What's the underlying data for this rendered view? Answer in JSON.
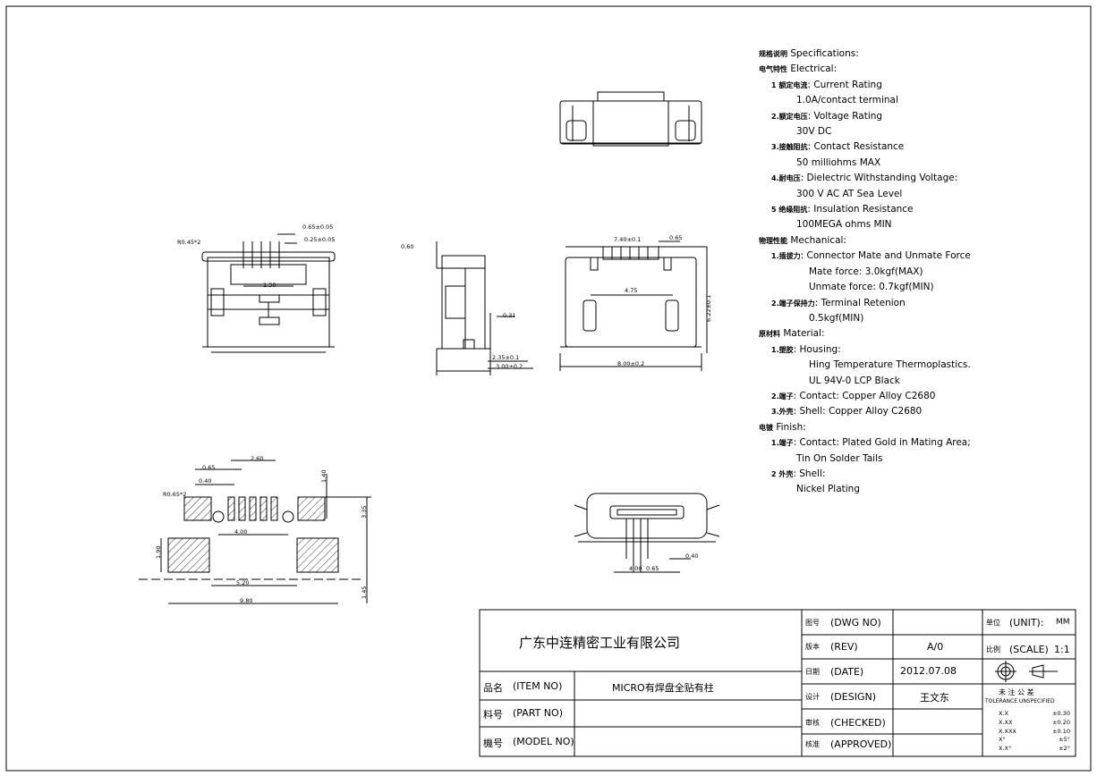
{
  "specs": [
    {
      "indent": 0,
      "cn": "规格说明",
      "en": "Specifications:"
    },
    {
      "indent": 0,
      "cn": "电气特性",
      "en": "Electrical:"
    },
    {
      "indent": 1,
      "cn": "1 额定电流",
      "en": "Current Rating"
    },
    {
      "indent": 3,
      "cn": "",
      "en": "1.0A/contact terminal"
    },
    {
      "indent": 1,
      "cn": "2.额定电压",
      "en": "Voltage Rating"
    },
    {
      "indent": 3,
      "cn": "",
      "en": "30V DC"
    },
    {
      "indent": 1,
      "cn": "3.接触阻抗",
      "en": "Contact Resistance"
    },
    {
      "indent": 3,
      "cn": "",
      "en": "50 milliohms MAX"
    },
    {
      "indent": 1,
      "cn": "4.耐电压",
      "en": "Dielectric Withstanding Voltage:"
    },
    {
      "indent": 3,
      "cn": "",
      "en": "300 V AC AT Sea Level"
    },
    {
      "indent": 1,
      "cn": "5 绝缘阻抗",
      "en": "Insulation Resistance"
    },
    {
      "indent": 3,
      "cn": "",
      "en": "100MEGA ohms MIN"
    },
    {
      "indent": 0,
      "cn": "物理性能",
      "en": "Mechanical:"
    },
    {
      "indent": 1,
      "cn": "1.插拔力",
      "en": "Connector Mate and Unmate Force"
    },
    {
      "indent": 4,
      "cn": "",
      "en": "Mate force: 3.0kgf(MAX)"
    },
    {
      "indent": 4,
      "cn": "",
      "en": "Unmate force: 0.7kgf(MIN)"
    },
    {
      "indent": 1,
      "cn": "2.端子保持力",
      "en": "Terminal Retenion"
    },
    {
      "indent": 4,
      "cn": "",
      "en": "0.5kgf(MIN)"
    },
    {
      "indent": 0,
      "cn": "原材料",
      "en": "Material:"
    },
    {
      "indent": 1,
      "cn": "1.塑胶",
      "en": "Housing:"
    },
    {
      "indent": 4,
      "cn": "",
      "en": "Hing Temperature  Thermoplastics."
    },
    {
      "indent": 4,
      "cn": "",
      "en": "UL 94V-0  LCP Black"
    },
    {
      "indent": 1,
      "cn": "2.端子",
      "en": "Contact: Copper Alloy C2680"
    },
    {
      "indent": 1,
      "cn": "3.外壳",
      "en": "Shell: Copper Alloy C2680"
    },
    {
      "indent": 0,
      "cn": "电镀",
      "en": "Finish:"
    },
    {
      "indent": 1,
      "cn": "1.端子",
      "en": "Contact:  Plated Gold in Mating Area;"
    },
    {
      "indent": 3,
      "cn": "",
      "en": "Tin On Solder Tails"
    },
    {
      "indent": 1,
      "cn": "2 外壳",
      "en": "Shell:"
    },
    {
      "indent": 3,
      "cn": "",
      "en": "Nickel Plating"
    }
  ],
  "dims": {
    "side_top_a": "0.65±0.05",
    "side_top_b": "0.25±0.05",
    "side_corner": "R0.45*2",
    "side_width": "1.30",
    "profile_top": "0.60",
    "profile_31": "0.31",
    "profile_235": "2.35±0.1",
    "profile_300": "3.00±0.2",
    "front_pitch": "7.40±0.1",
    "front_065": "0.65",
    "front_475": "4.75",
    "front_height": "6.22±0.1",
    "front_width": "8.00±0.2",
    "pad_260": "2.60",
    "pad_065": "0.65",
    "pad_040": "0.40",
    "pad_r": "R0.65*2",
    "pad_400": "4.00",
    "pad_140": "1.40",
    "pad_335": "3.35",
    "pad_190": "1.90",
    "pad_520": "5.20",
    "pad_980": "9.80",
    "pad_145": "1.45",
    "bot_040": "0.40",
    "bot_400": "4.00",
    "bot_065": "0.65"
  },
  "title_block": {
    "company": "广东中连精密工业有限公司",
    "item_no_label_cn": "品名",
    "item_no_label_en": "(ITEM NO)",
    "item_no_value": "MICRO有焊盘全贴有柱",
    "part_no_label_cn": "料号",
    "part_no_label_en": "(PART NO)",
    "model_no_label_cn": "機号",
    "model_no_label_en": "(MODEL NO)",
    "dwg_label_cn": "图号",
    "dwg_label_en": "(DWG NO)",
    "rev_label_cn": "版本",
    "rev_label_en": "(REV)",
    "rev_value": "A/0",
    "date_label_cn": "日期",
    "date_label_en": "(DATE)",
    "date_value": "2012.07.08",
    "design_label_cn": "设计",
    "design_label_en": "(DESIGN)",
    "design_value": "王文东",
    "checked_label_cn": "审核",
    "checked_label_en": "(CHECKED)",
    "approved_label_cn": "核准",
    "approved_label_en": "(APPROVED)",
    "unit_label_cn": "单位",
    "unit_label_en": "(UNIT):",
    "unit_value": "MM",
    "scale_label_cn": "比例",
    "scale_label_en": "(SCALE)",
    "scale_value": "1:1",
    "tol_title_cn": "未 注 公 差",
    "tol_title_en": "TOLERANCE UNSPECIFIED",
    "tolerances": [
      {
        "k": "X.X",
        "v": "±0.30"
      },
      {
        "k": "X.XX",
        "v": "±0.20"
      },
      {
        "k": "X.XXX",
        "v": "±0.10"
      },
      {
        "k": "X°",
        "v": "±5°"
      },
      {
        "k": "X.X°",
        "v": "±2°"
      }
    ]
  }
}
